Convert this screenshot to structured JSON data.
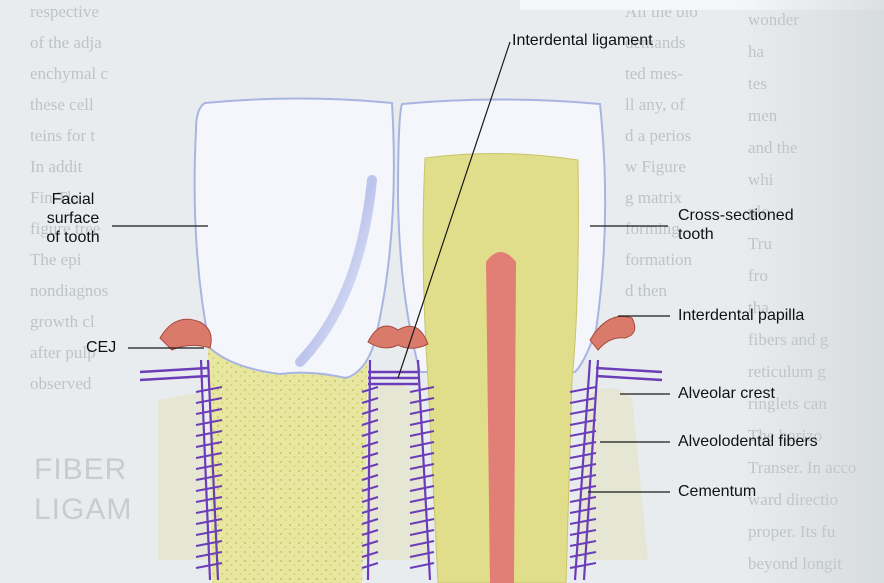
{
  "labels": {
    "interdental_ligament": "Interdental ligament",
    "facial_surface_line1": "Facial",
    "facial_surface_line2": "surface",
    "facial_surface_line3": "of tooth",
    "cross_sectioned_line1": "Cross-sectioned",
    "cross_sectioned_line2": "tooth",
    "interdental_papilla": "Interdental papilla",
    "cej": "CEJ",
    "alveolar_crest": "Alveolar crest",
    "alveolodental_fibers": "Alveolodental fibers",
    "cementum": "Cementum"
  },
  "background_text": {
    "lines": [
      "respective",
      "of the adja",
      "enchymal c",
      "these cell",
      "teins for t",
      "In addit",
      "Fin Tla",
      "figure tree",
      "The epi",
      "nondiagnos",
      "growth cl",
      "after pulp",
      "observed",
      "All the blo",
      "demands",
      "ted mes-",
      "ll any, of",
      "d a perios",
      "w Figure",
      "g matrix",
      "forming",
      "formation",
      "d then",
      "wonder",
      "ha",
      "tes",
      "men",
      "and the",
      "whi",
      "plo",
      "Tru",
      "fro",
      "tha",
      "fibers and g",
      "reticulum g",
      "ringlets can",
      "The horizo",
      "Transer. In acco",
      "ward directio",
      "proper. Its fu",
      "beyond longit"
    ],
    "heading_line1": "FIBER",
    "heading_line2": "LIGAM"
  },
  "colors": {
    "enamel": "#f3f5fb",
    "enamel_outline": "#a9b6e0",
    "root": "#e6e69c",
    "dentin": "#dfdd88",
    "pulp": "#e07f78",
    "bone": "#e3e4d2",
    "fibers": "#6a3fb8",
    "papilla": "#d97a6b",
    "leader": "#222222"
  }
}
